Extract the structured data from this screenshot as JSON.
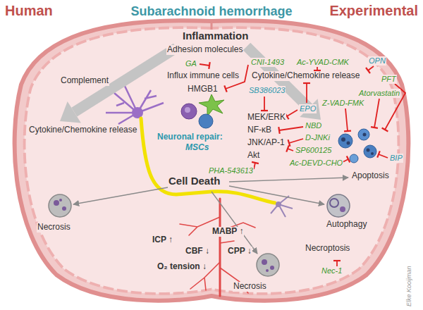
{
  "diagram": {
    "title": "Subarachnoid hemorrhage",
    "labels": [
      "Human",
      "Experimental",
      "Inflammation",
      "Adhesion molecules",
      "GA",
      "Influx immune cells",
      "HMGB1",
      "CNI-1493",
      "Ac-YVAD-CMK",
      "OPN",
      "Complement",
      "Cytokine/Chemokine release",
      "SB386023",
      "EPO",
      "Z-VAD-FMK",
      "PFT",
      "Atorvastatin",
      "MEK/ERK",
      "NF-κB",
      "JNK/AP-1",
      "Akt",
      "NBD",
      "D-JNKi",
      "SP600125",
      "Ac-DEVD-CHO",
      "Cytokine/Chemokine release",
      "Neuronal repair:",
      "MSCs",
      "Apoptosis",
      "BIP",
      "PHA-543613",
      "Autophagy",
      "Cell Death",
      "Necrosis",
      "Necroptosis",
      "Nec-1",
      "Necrosis",
      "ICP ↑",
      "MABP ↑",
      "CBF ↓",
      "CPP ↓",
      "O₂ tension ↓",
      "Elke Kooijman"
    ]
  }
}
